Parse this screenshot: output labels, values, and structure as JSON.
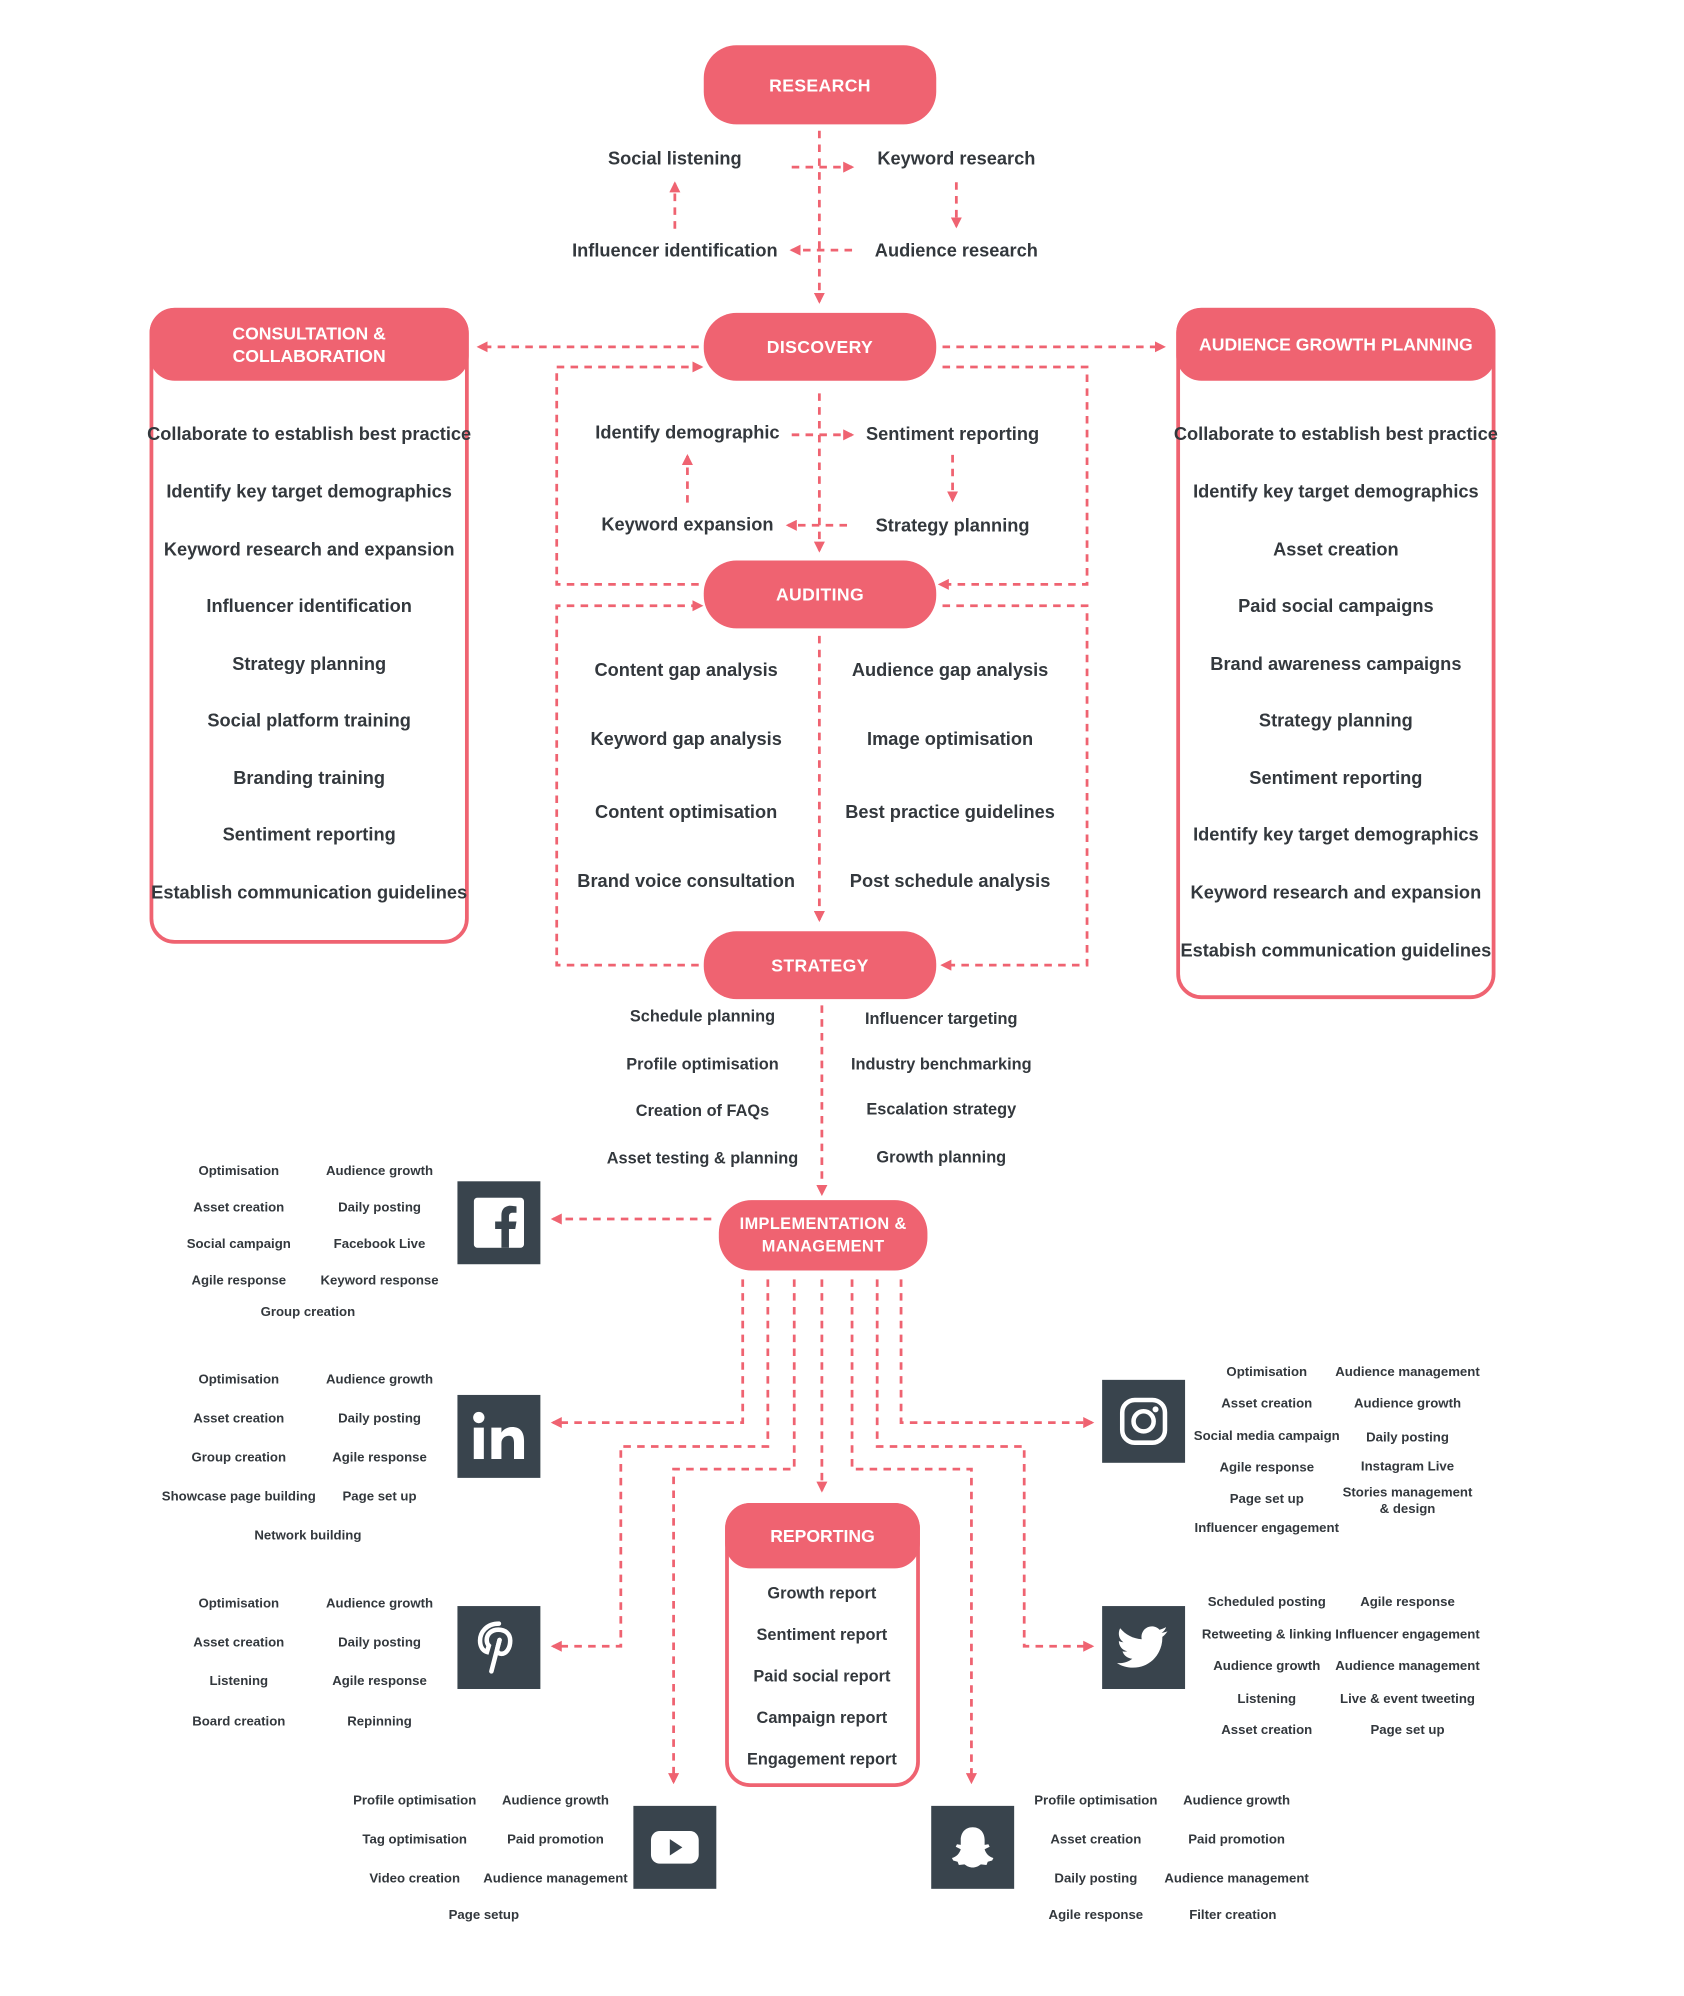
{
  "colors": {
    "accent": "#ef6371",
    "icon_bg": "#39444d",
    "text": "#33383d"
  },
  "research": {
    "title": "RESEARCH",
    "items": [
      "Social listening",
      "Keyword research",
      "Influencer identification",
      "Audience research"
    ]
  },
  "discovery": {
    "title": "DISCOVERY",
    "items": [
      "Identify demographic",
      "Sentiment reporting",
      "Keyword expansion",
      "Strategy planning"
    ]
  },
  "auditing": {
    "title": "AUDITING",
    "left": [
      "Content gap analysis",
      "Keyword gap analysis",
      "Content optimisation",
      "Brand voice consultation"
    ],
    "right": [
      "Audience gap analysis",
      "Image optimisation",
      "Best practice guidelines",
      "Post schedule analysis"
    ]
  },
  "strategy": {
    "title": "STRATEGY",
    "left": [
      "Schedule planning",
      "Profile optimisation",
      "Creation of FAQs",
      "Asset testing & planning"
    ],
    "right": [
      "Influencer targeting",
      "Industry benchmarking",
      "Escalation strategy",
      "Growth planning"
    ]
  },
  "implementation": {
    "title_line1": "IMPLEMENTATION &",
    "title_line2": "MANAGEMENT"
  },
  "consultation": {
    "title_line1": "CONSULTATION &",
    "title_line2": "COLLABORATION",
    "items": [
      "Collaborate to establish best practice",
      "Identify key target demographics",
      "Keyword research and expansion",
      "Influencer identification",
      "Strategy planning",
      "Social platform training",
      "Branding training",
      "Sentiment reporting",
      "Establish communication guidelines"
    ]
  },
  "audience_growth": {
    "title": "AUDIENCE GROWTH PLANNING",
    "items": [
      "Collaborate to establish best practice",
      "Identify key target demographics",
      "Asset creation",
      "Paid social campaigns",
      "Brand awareness campaigns",
      "Strategy planning",
      "Sentiment reporting",
      "Identify key target demographics",
      "Keyword research and expansion",
      "Estabish communication guidelines"
    ]
  },
  "reporting": {
    "title": "REPORTING",
    "items": [
      "Growth report",
      "Sentiment report",
      "Paid social report",
      "Campaign report",
      "Engagement report"
    ]
  },
  "platforms": {
    "facebook": {
      "icon": "facebook-icon",
      "left": [
        "Optimisation",
        "Asset creation",
        "Social campaign",
        "Agile response"
      ],
      "right": [
        "Audience growth",
        "Daily posting",
        "Facebook Live",
        "Keyword response"
      ],
      "extra": "Group creation"
    },
    "linkedin": {
      "icon": "linkedin-icon",
      "left": [
        "Optimisation",
        "Asset creation",
        "Group creation",
        "Showcase page building"
      ],
      "right": [
        "Audience growth",
        "Daily posting",
        "Agile response",
        "Page set up"
      ],
      "extra": "Network building"
    },
    "pinterest": {
      "icon": "pinterest-icon",
      "left": [
        "Optimisation",
        "Asset creation",
        "Listening",
        "Board creation"
      ],
      "right": [
        "Audience growth",
        "Daily posting",
        "Agile response",
        "Repinning"
      ]
    },
    "youtube": {
      "icon": "youtube-icon",
      "left": [
        "Profile optimisation",
        "Tag optimisation",
        "Video creation"
      ],
      "right": [
        "Audience growth",
        "Paid promotion",
        "Audience management"
      ],
      "extra": "Page setup"
    },
    "snapchat": {
      "icon": "snapchat-icon",
      "left": [
        "Profile optimisation",
        "Asset creation",
        "Daily posting",
        "Agile response"
      ],
      "right": [
        "Audience growth",
        "Paid promotion",
        "Audience management",
        "Filter creation"
      ]
    },
    "instagram": {
      "icon": "instagram-icon",
      "left": [
        "Optimisation",
        "Asset creation",
        "Social media campaign",
        "Agile response",
        "Page set up",
        "Influencer engagement"
      ],
      "right": [
        "Audience management",
        "Audience growth",
        "Daily posting",
        "Instagram Live",
        "Stories management & design"
      ]
    },
    "twitter": {
      "icon": "twitter-icon",
      "left": [
        "Scheduled posting",
        "Retweeting & linking",
        "Audience growth",
        "Listening",
        "Asset creation"
      ],
      "right": [
        "Agile response",
        "Influencer engagement",
        "Audience management",
        "Live & event tweeting",
        "Page set up"
      ]
    }
  }
}
